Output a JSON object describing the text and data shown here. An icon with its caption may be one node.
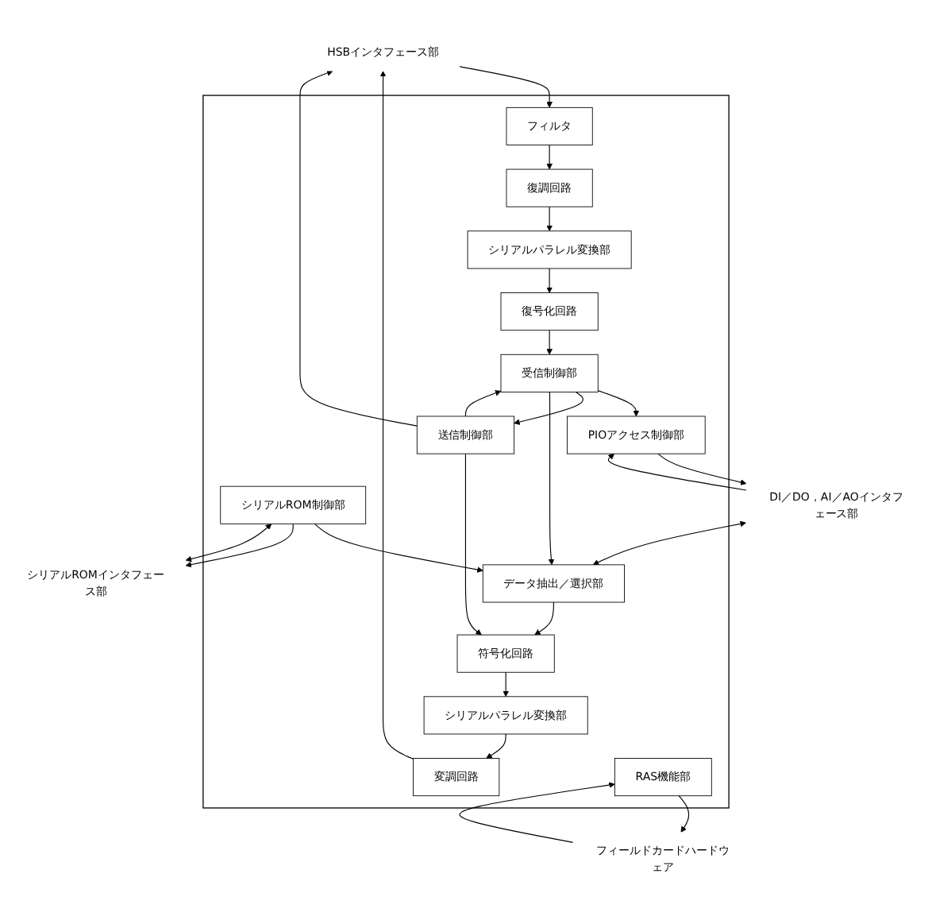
{
  "diagram": {
    "nodes": [
      {
        "text": [
          "HSBインタフェース部"
        ]
      },
      {
        "text": [],
        "shape": "box"
      },
      {
        "text": [
          "フィルタ"
        ],
        "in": 1
      },
      {
        "text": [
          "復調回路"
        ],
        "in": 1
      },
      {
        "text": [
          "シリアルパラレル変換部"
        ],
        "in": 1
      },
      {
        "text": [
          "復号化回路"
        ],
        "in": 1
      },
      {
        "text": [
          "受信制御部"
        ],
        "in": 1
      },
      {
        "text": [
          "PIOアクセス制御部"
        ],
        "in": 1
      },
      {
        "text": [
          "送信制御部"
        ],
        "in": 1
      },
      {
        "text": [
          "変調回路"
        ],
        "in": 1
      },
      {
        "text": [
          "シリアルパラレル変換部"
        ],
        "in": 1
      },
      {
        "text": [
          "符号化回路"
        ],
        "in": 1
      },
      {
        "text": [
          "データ抽出／選択部"
        ],
        "in": 1
      },
      {
        "text": [
          "RAS機能部"
        ],
        "in": 1
      },
      {
        "text": [
          "シリアルROM制御部"
        ],
        "in": 1
      },
      {
        "text": [
          "フィールドカードハードウェア"
        ]
      },
      {
        "text": [
          "シリアルROMインタフェース部"
        ]
      },
      {
        "text": [
          "DI／DO，AI／AOインタフェース部"
        ]
      }
    ],
    "edges": [
      {
        "from": 0,
        "to": 2,
        "arrow": "to"
      },
      {
        "from": 2,
        "to": 3,
        "arrow": "to"
      },
      {
        "from": 3,
        "to": 4,
        "arrow": "to"
      },
      {
        "from": 4,
        "to": 5,
        "arrow": "to"
      },
      {
        "from": 5,
        "to": 6,
        "arrow": "to"
      },
      {
        "from": 6,
        "to": 7,
        "arrow": "to"
      },
      {
        "from": 8,
        "to": 0,
        "arrow": "to"
      },
      {
        "from": 6,
        "to": 8,
        "arrow": "to"
      },
      {
        "from": 8,
        "to": 6,
        "arrow": "to"
      },
      {
        "from": 6,
        "to": 12,
        "arrow": "to"
      },
      {
        "from": 8,
        "to": 11,
        "arrow": "to"
      },
      {
        "from": 12,
        "to": 11,
        "arrow": "to"
      },
      {
        "from": 11,
        "to": 10,
        "arrow": "to"
      },
      {
        "from": 10,
        "to": 9,
        "arrow": "to"
      },
      {
        "from": 9,
        "to": 0,
        "arrow": "to"
      },
      {
        "from": 14,
        "to": 12,
        "arrow": "to"
      },
      {
        "from": 17,
        "to": 12,
        "arrow": "both"
      },
      {
        "from": 7,
        "to": 17,
        "arrow": "to"
      },
      {
        "from": 17,
        "to": 7,
        "arrow": "to"
      },
      {
        "from": 15,
        "to": 13,
        "arrow": "to"
      },
      {
        "from": 13,
        "to": 15,
        "arrow": "to"
      },
      {
        "from": 14,
        "to": 16,
        "arrow": "to"
      },
      {
        "from": 14,
        "to": 16,
        "arrow": "both"
      }
    ]
  }
}
